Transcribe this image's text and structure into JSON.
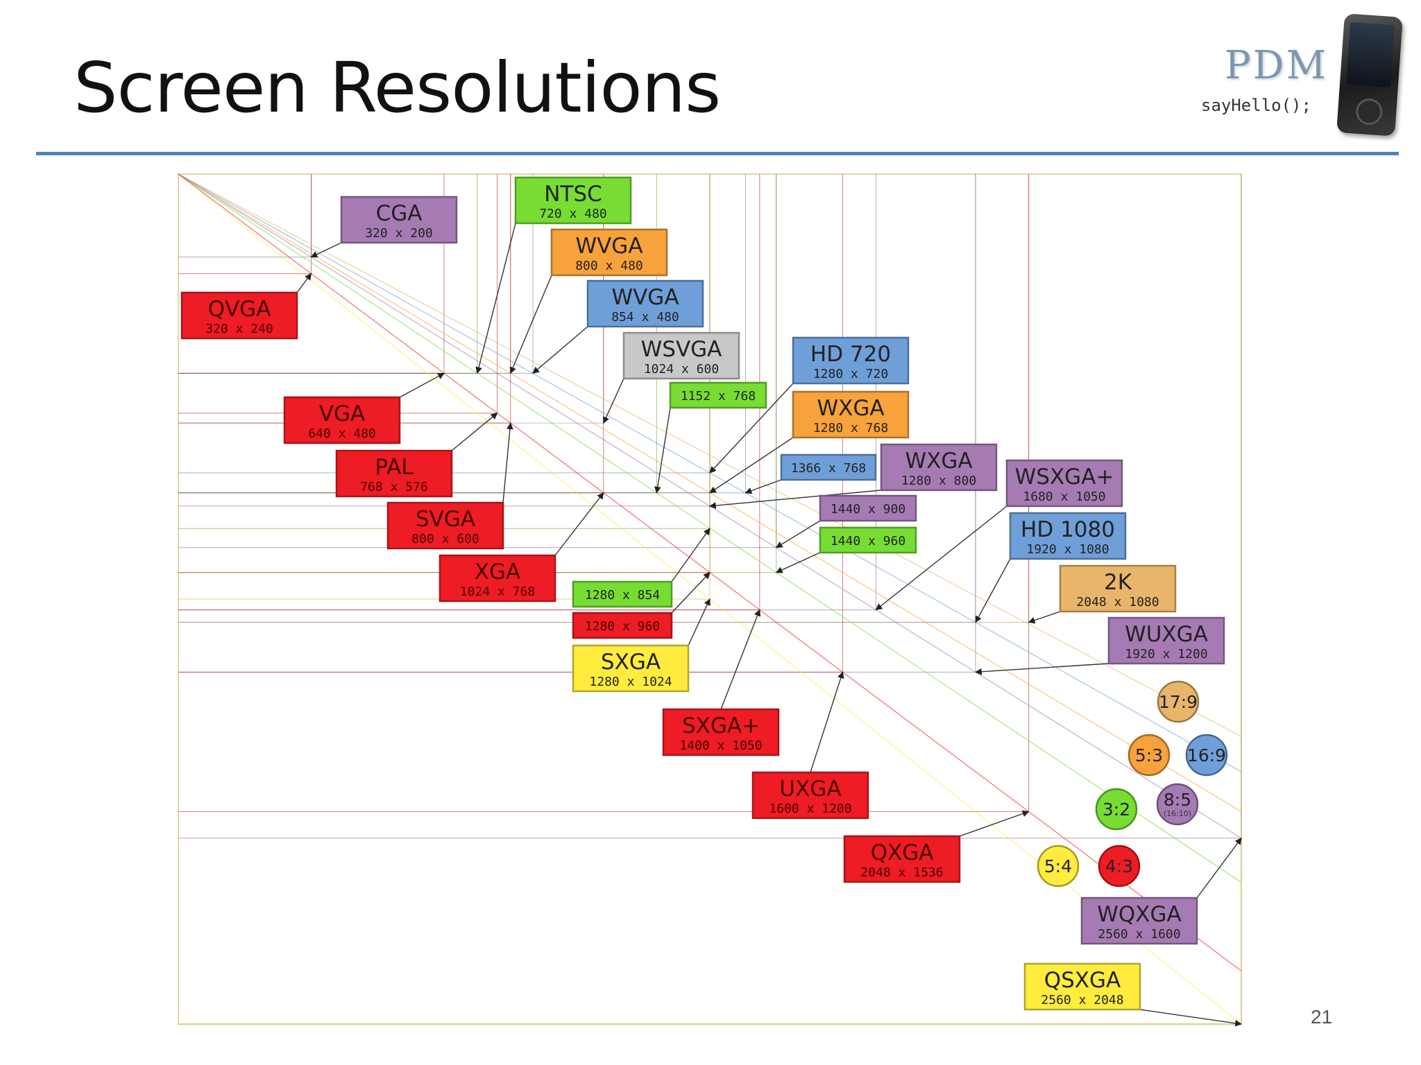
{
  "slide": {
    "title": "Screen Resolutions",
    "page_number": "21"
  },
  "logo": {
    "name": "PDM",
    "tagline": "sayHello();",
    "icon": "phone-icon"
  },
  "colors": {
    "rule": "#4f81bd",
    "red": "#ee1c24",
    "purple": "#a67bb4",
    "green": "#77dd33",
    "orange": "#f7a23a",
    "blue": "#6f9fd8",
    "gray": "#c8c8c8",
    "yellow": "#ffec3d",
    "tan": "#e9b56a"
  },
  "diagram": {
    "axis_max": {
      "width": 2560,
      "height": 2048
    },
    "standards": [
      {
        "name": "CGA",
        "res": "320 x 200",
        "w": 320,
        "h": 200,
        "color": "purple"
      },
      {
        "name": "QVGA",
        "res": "320 x 240",
        "w": 320,
        "h": 240,
        "color": "red"
      },
      {
        "name": "NTSC",
        "res": "720 x 480",
        "w": 720,
        "h": 480,
        "color": "green"
      },
      {
        "name": "WVGA",
        "res": "800 x 480",
        "w": 800,
        "h": 480,
        "color": "orange"
      },
      {
        "name": "WVGA",
        "res": "854 x 480",
        "w": 854,
        "h": 480,
        "color": "blue"
      },
      {
        "name": "WSVGA",
        "res": "1024 x 600",
        "w": 1024,
        "h": 600,
        "color": "gray"
      },
      {
        "name": "VGA",
        "res": "640 x 480",
        "w": 640,
        "h": 480,
        "color": "red"
      },
      {
        "name": "PAL",
        "res": "768 x 576",
        "w": 768,
        "h": 576,
        "color": "red"
      },
      {
        "name": "SVGA",
        "res": "800 x 600",
        "w": 800,
        "h": 600,
        "color": "red"
      },
      {
        "name": "XGA",
        "res": "1024 x 768",
        "w": 1024,
        "h": 768,
        "color": "red"
      },
      {
        "name": "HD 720",
        "res": "1280 x 720",
        "w": 1280,
        "h": 720,
        "color": "blue"
      },
      {
        "name": "",
        "res": "1152 x 768",
        "w": 1152,
        "h": 768,
        "color": "green"
      },
      {
        "name": "WXGA",
        "res": "1280 x 768",
        "w": 1280,
        "h": 768,
        "color": "orange"
      },
      {
        "name": "",
        "res": "1366 x 768",
        "w": 1366,
        "h": 768,
        "color": "blue"
      },
      {
        "name": "WXGA",
        "res": "1280 x 800",
        "w": 1280,
        "h": 800,
        "color": "purple"
      },
      {
        "name": "WSXGA+",
        "res": "1680 x 1050",
        "w": 1680,
        "h": 1050,
        "color": "purple"
      },
      {
        "name": "",
        "res": "1440 x 900",
        "w": 1440,
        "h": 900,
        "color": "purple"
      },
      {
        "name": "",
        "res": "1440 x 960",
        "w": 1440,
        "h": 960,
        "color": "green"
      },
      {
        "name": "HD 1080",
        "res": "1920 x 1080",
        "w": 1920,
        "h": 1080,
        "color": "blue"
      },
      {
        "name": "2K",
        "res": "2048 x 1080",
        "w": 2048,
        "h": 1080,
        "color": "tan"
      },
      {
        "name": "",
        "res": "1280 x 854",
        "w": 1280,
        "h": 854,
        "color": "green"
      },
      {
        "name": "",
        "res": "1280 x 960",
        "w": 1280,
        "h": 960,
        "color": "red"
      },
      {
        "name": "WUXGA",
        "res": "1920 x 1200",
        "w": 1920,
        "h": 1200,
        "color": "purple"
      },
      {
        "name": "SXGA",
        "res": "1280 x 1024",
        "w": 1280,
        "h": 1024,
        "color": "yellow"
      },
      {
        "name": "SXGA+",
        "res": "1400 x 1050",
        "w": 1400,
        "h": 1050,
        "color": "red"
      },
      {
        "name": "UXGA",
        "res": "1600 x 1200",
        "w": 1600,
        "h": 1200,
        "color": "red"
      },
      {
        "name": "QXGA",
        "res": "2048 x 1536",
        "w": 2048,
        "h": 1536,
        "color": "red"
      },
      {
        "name": "WQXGA",
        "res": "2560 x 1600",
        "w": 2560,
        "h": 1600,
        "color": "purple"
      },
      {
        "name": "QSXGA",
        "res": "2560 x 2048",
        "w": 2560,
        "h": 2048,
        "color": "yellow"
      }
    ],
    "aspect_ratios": [
      {
        "label": "17:9",
        "color": "tan",
        "sub": ""
      },
      {
        "label": "5:3",
        "color": "orange",
        "sub": ""
      },
      {
        "label": "16:9",
        "color": "blue",
        "sub": ""
      },
      {
        "label": "3:2",
        "color": "green",
        "sub": ""
      },
      {
        "label": "8:5",
        "color": "purple",
        "sub": "(16:10)"
      },
      {
        "label": "5:4",
        "color": "yellow",
        "sub": ""
      },
      {
        "label": "4:3",
        "color": "red",
        "sub": ""
      }
    ]
  }
}
